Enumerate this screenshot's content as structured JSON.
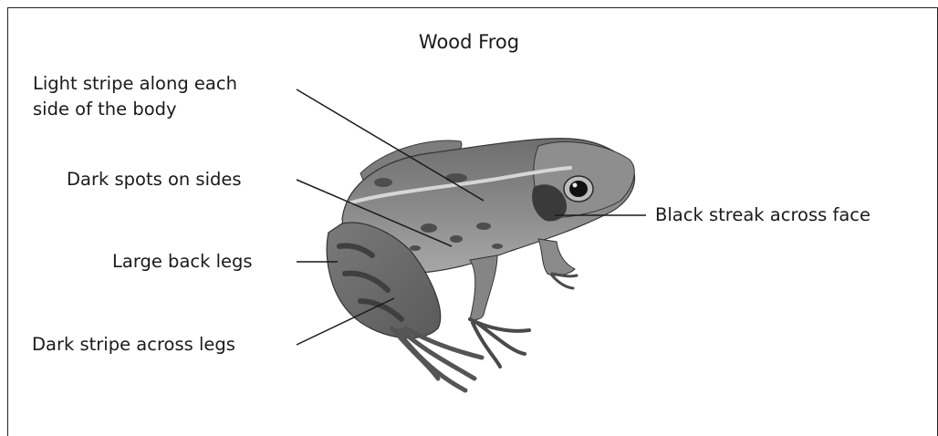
{
  "figure": {
    "title": "Wood Frog",
    "labels": {
      "light_stripe_line1": "Light stripe along each",
      "light_stripe_line2": "side of the body",
      "dark_spots": "Dark spots on sides",
      "back_legs": "Large back legs",
      "leg_stripe": "Dark stripe across legs",
      "face_streak": "Black streak across face"
    }
  },
  "colors": {
    "frame": "#222222",
    "frog_base": "#8a8a8a",
    "frog_dark": "#4a4a4a",
    "frog_light": "#c4c4c4"
  }
}
